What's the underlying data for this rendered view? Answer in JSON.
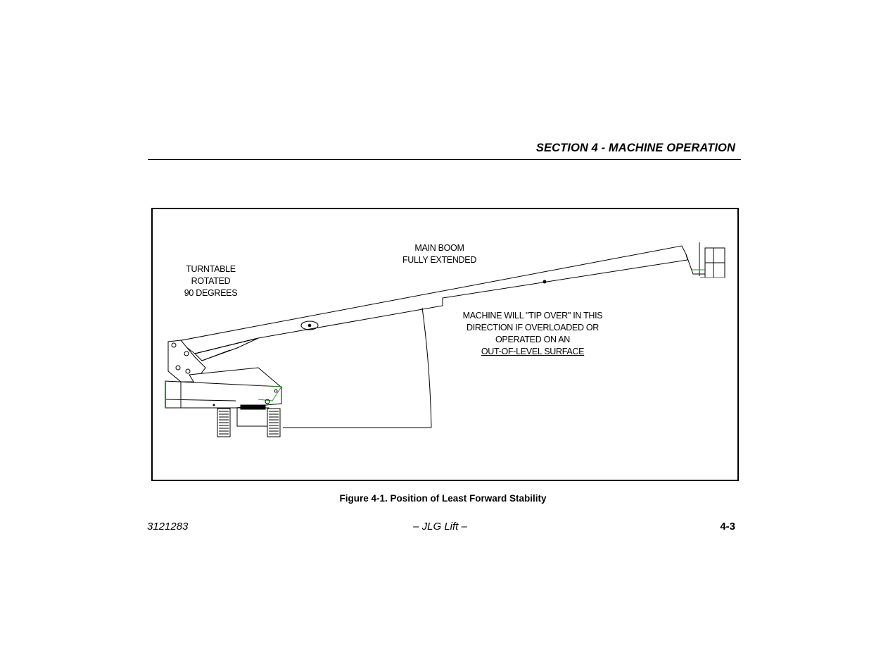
{
  "header": {
    "section_title": "SECTION 4 - MACHINE OPERATION"
  },
  "figure": {
    "labels": {
      "turntable": [
        "TURNTABLE",
        "ROTATED",
        "90 DEGREES"
      ],
      "boom": [
        "MAIN BOOM",
        "FULLY EXTENDED"
      ],
      "tip_over": [
        "MACHINE WILL \"TIP OVER\" IN THIS",
        "DIRECTION IF OVERLOADED OR",
        "OPERATED ON AN",
        "OUT-OF-LEVEL SURFACE"
      ]
    },
    "accent_color": "#2e8b2e",
    "caption": "Figure 4-1. Position of Least Forward Stability"
  },
  "footer": {
    "doc_number": "3121283",
    "center": "– JLG Lift –",
    "page": "4-3"
  }
}
